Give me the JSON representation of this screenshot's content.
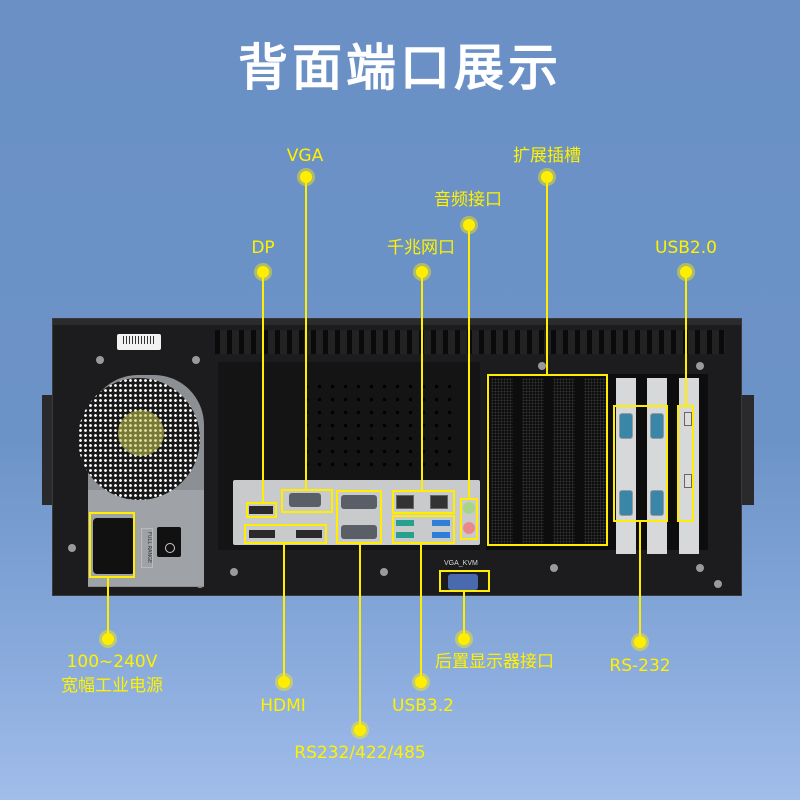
{
  "title": "背面端口展示",
  "colors": {
    "background_top": "#6a90c6",
    "background_bottom": "#a1bdea",
    "title": "#ffffff",
    "callout": "#ffee00",
    "chassis": "#1c1c1e"
  },
  "callouts": {
    "vga": "VGA",
    "expansion_slots": "扩展插槽",
    "audio": "音频接口",
    "dp": "DP",
    "gigabit_lan": "千兆网口",
    "usb20": "USB2.0",
    "power_line1": "100~240V",
    "power_line2": "宽幅工业电源",
    "hdmi": "HDMI",
    "usb32": "USB3.2",
    "rear_display": "后置显示器接口",
    "rs232": "RS-232",
    "com": "RS232/422/485"
  },
  "device": {
    "kvm_port_label": "VGA_KVM",
    "psu_switch_label": "FULL RANGE"
  }
}
